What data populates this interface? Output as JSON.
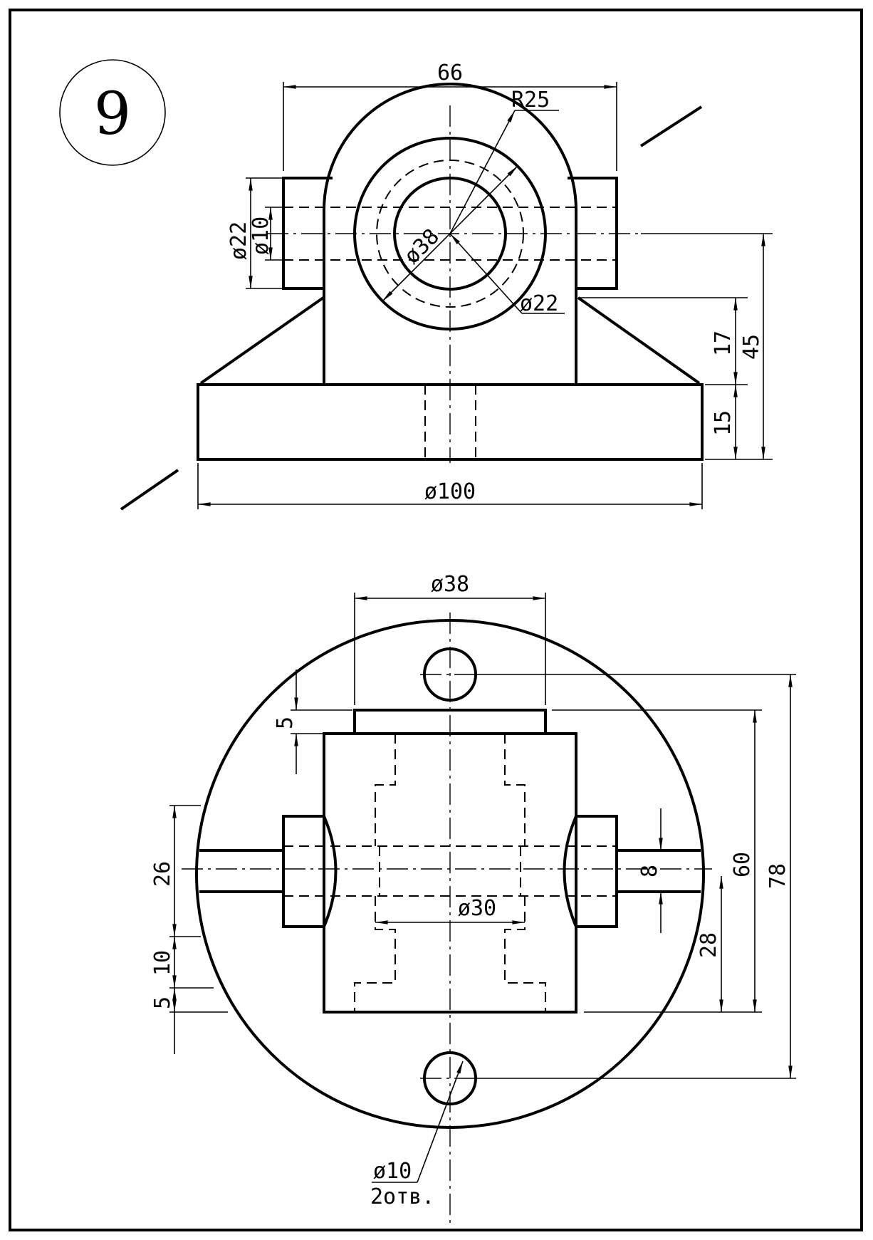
{
  "exercise_number": "9",
  "front_view": {
    "dims": {
      "width_66": "66",
      "radius_r25": "R25",
      "dia_38": "ø38",
      "dia_22_boss": "ø22",
      "dia_10_boss": "ø10",
      "dia_22_bore": "ø22",
      "height_17": "17",
      "height_45": "45",
      "height_15": "15",
      "dia_100": "ø100"
    }
  },
  "top_view": {
    "dims": {
      "dia_38": "ø38",
      "gap_5_top": "5",
      "dim_26": "26",
      "dim_10": "10",
      "gap_5_bottom": "5",
      "dia_30": "ø30",
      "dim_8": "8",
      "dim_28": "28",
      "dim_60": "60",
      "dim_78": "78",
      "holes_dia": "ø10",
      "holes_count": "2отв."
    }
  }
}
